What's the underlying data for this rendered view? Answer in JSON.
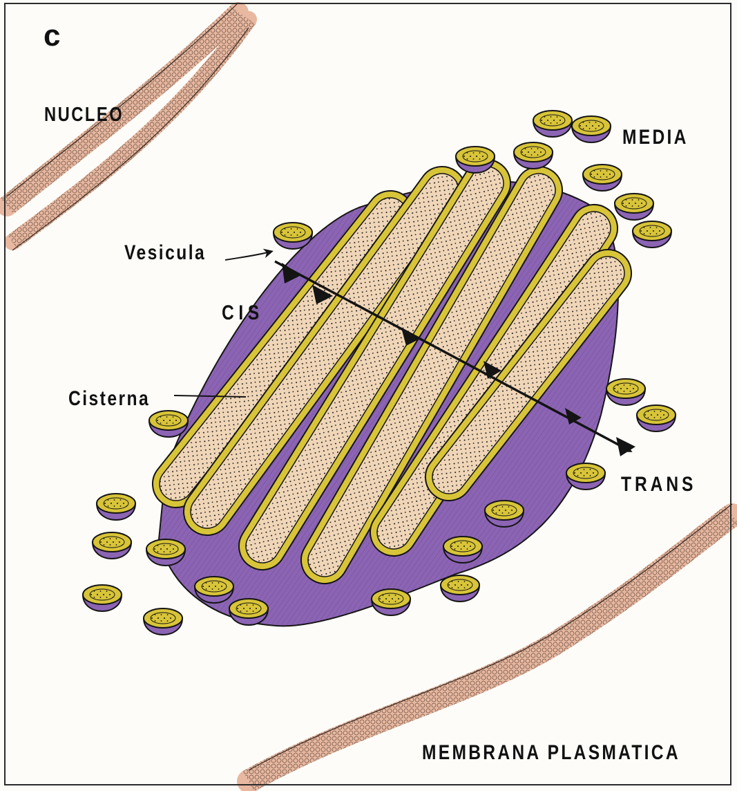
{
  "figure": {
    "panel_letter": "c",
    "labels": {
      "nucleo": "NUCLEO",
      "media": "MEDIA",
      "vesicula": "Vesicula",
      "cis": "CIS",
      "cisterna": "Cisterna",
      "trans": "TRANS",
      "membrana": "MEMBRANA PLASMATICA"
    }
  },
  "colors": {
    "membrane": "#e8b8a0",
    "stack": "#8c64b4",
    "cisterna_rim": "#d8c438",
    "lumen": "#f0d6b8",
    "ink": "#141414"
  }
}
